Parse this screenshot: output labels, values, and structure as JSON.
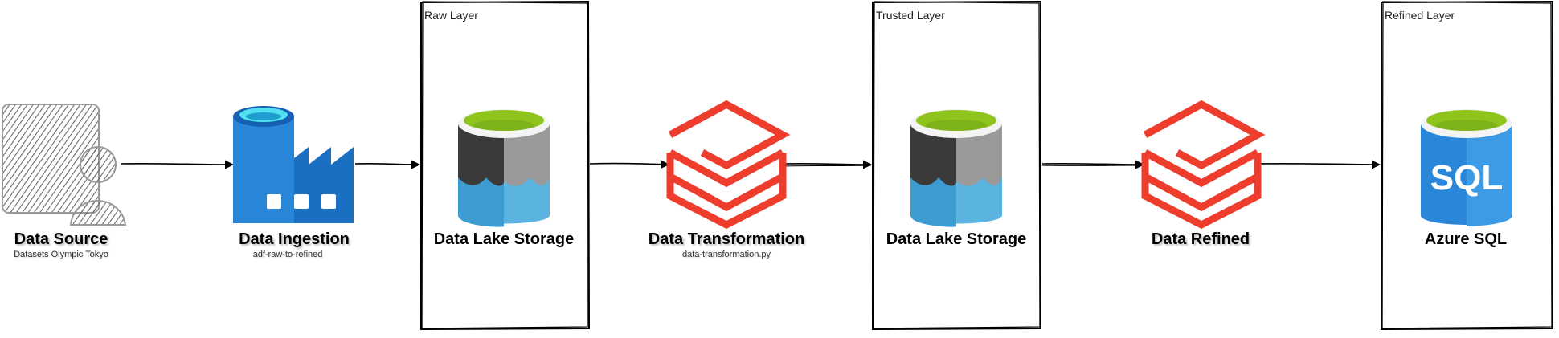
{
  "colors": {
    "stroke": "#000000",
    "databricks_red": "#EE3D2C",
    "adf_blue": "#1B6FC3",
    "lake_green": "#86C01F",
    "lake_blue": "#3AA0D8",
    "lake_gray": "#8E8E8E",
    "sql_blue": "#1C7CD5"
  },
  "layers": [
    {
      "label": "Raw Layer"
    },
    {
      "label": "Trusted Layer"
    },
    {
      "label": "Refined Layer"
    }
  ],
  "nodes": [
    {
      "title": "Data Source",
      "subtitle": "Datasets Olympic Tokyo",
      "icon": "user-data-icon"
    },
    {
      "title": "Data Ingestion",
      "subtitle": "adf-raw-to-refined",
      "icon": "data-factory-icon"
    },
    {
      "title": "Data Lake Storage",
      "icon": "data-lake-storage-icon"
    },
    {
      "title": "Data Transformation",
      "subtitle": "data-transformation.py",
      "icon": "databricks-icon"
    },
    {
      "title": "Data Lake Storage",
      "icon": "data-lake-storage-icon"
    },
    {
      "title": "Data Refined",
      "icon": "databricks-icon"
    },
    {
      "title": "Azure SQL",
      "icon": "azure-sql-icon",
      "icon_text": "SQL"
    }
  ]
}
